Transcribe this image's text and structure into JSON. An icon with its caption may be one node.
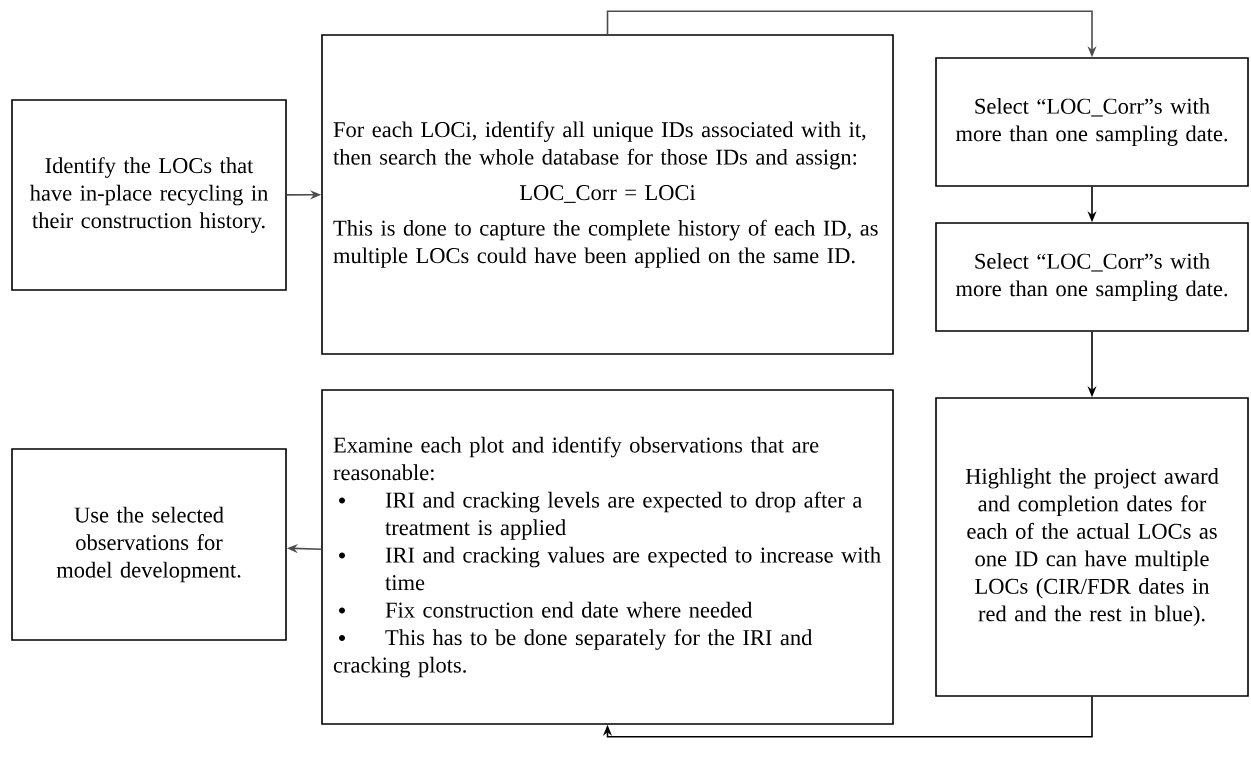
{
  "diagram": {
    "nodes": [
      {
        "text": [
          "Identify the LOCs that have in-place recycling in their construction history."
        ]
      },
      {
        "text": [
          "For each LOCi, identify all unique IDs associated with it, then search the whole database for those IDs and assign:",
          "LOC_Corr = LOCi",
          "This is done to capture the complete history of each ID, as multiple LOCs could have been applied on the same ID."
        ]
      },
      {
        "text": [
          "Select “LOC_Corr”s with more than one sampling date."
        ]
      },
      {
        "text": [
          "Select “LOC_Corr”s with more than one sampling date."
        ]
      },
      {
        "text": [
          "Highlight the project award and completion dates for each of the actual LOCs as one ID can have multiple LOCs (CIR/FDR dates in red and the rest in blue)."
        ]
      },
      {
        "text": [
          "Examine each plot and identify observations that are reasonable:",
          "IRI and cracking levels are expected to drop after a treatment is applied",
          "IRI and cracking values are expected to increase with time",
          "Fix construction end date where needed",
          "This has to be done separately for the IRI and cracking plots."
        ]
      },
      {
        "text": [
          "Use the selected observations for model development."
        ]
      }
    ],
    "edges": [
      {
        "from": 0,
        "to": 1,
        "arrow": "to",
        "color": "#4d4d4d"
      },
      {
        "from": 1,
        "to": 2,
        "arrow": "to",
        "color": "#4d4d4d"
      },
      {
        "from": 2,
        "to": 3,
        "arrow": "to"
      },
      {
        "from": 3,
        "to": 4,
        "arrow": "to"
      },
      {
        "from": 4,
        "to": 5,
        "arrow": "to"
      },
      {
        "from": 5,
        "to": 6,
        "arrow": "to",
        "color": "#4d4d4d"
      }
    ]
  }
}
